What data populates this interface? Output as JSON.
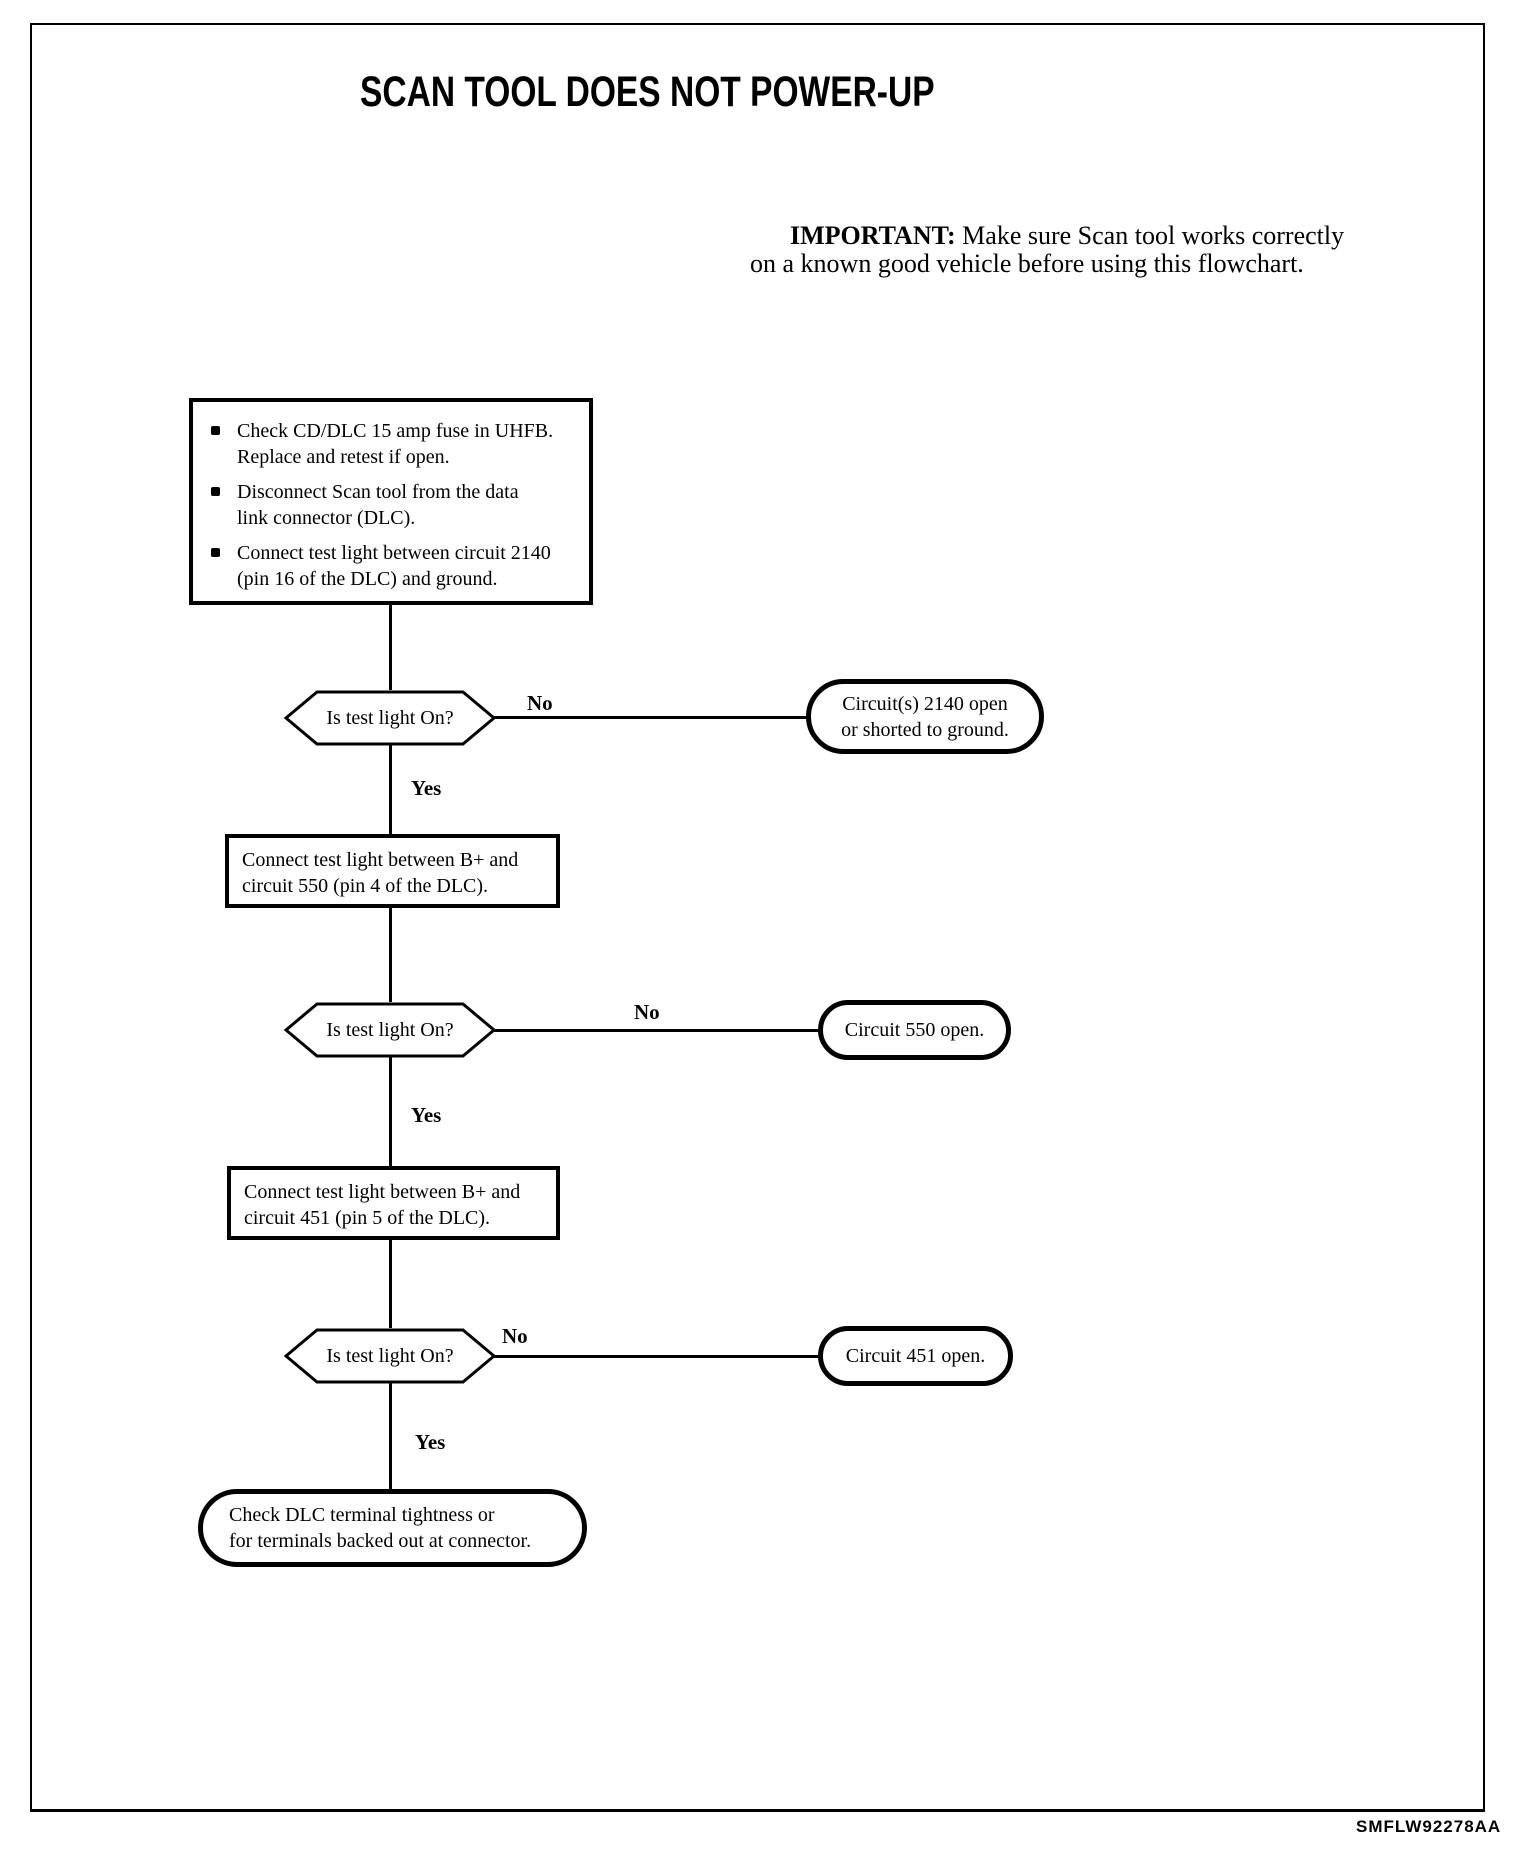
{
  "header": {
    "title": "SCAN TOOL DOES NOT POWER-UP",
    "important_label": "IMPORTANT:",
    "important_text": " Make sure Scan tool works correctly\non a known good vehicle before using this flowchart."
  },
  "flow": {
    "start": {
      "bullets": [
        "Check CD/DLC 15 amp fuse in UHFB.\nReplace and retest if open.",
        "Disconnect Scan tool from the data\nlink connector (DLC).",
        "Connect test light between circuit 2140\n(pin 16 of the DLC) and ground."
      ]
    },
    "decision1": {
      "question": "Is test light On?",
      "no_label": "No",
      "yes_label": "Yes",
      "no_result": "Circuit(s) 2140 open\nor shorted to ground."
    },
    "step2": {
      "text": "Connect test light between B+ and\ncircuit 550 (pin 4 of the DLC)."
    },
    "decision2": {
      "question": "Is test light On?",
      "no_label": "No",
      "yes_label": "Yes",
      "no_result": "Circuit 550 open."
    },
    "step3": {
      "text": "Connect test light between B+ and\ncircuit 451 (pin 5 of the DLC)."
    },
    "decision3": {
      "question": "Is test light On?",
      "no_label": "No",
      "yes_label": "Yes",
      "no_result": "Circuit 451 open."
    },
    "end": {
      "text": "Check DLC terminal tightness or\nfor terminals backed out at connector."
    }
  },
  "footer": {
    "code": "SMFLW92278AA"
  }
}
